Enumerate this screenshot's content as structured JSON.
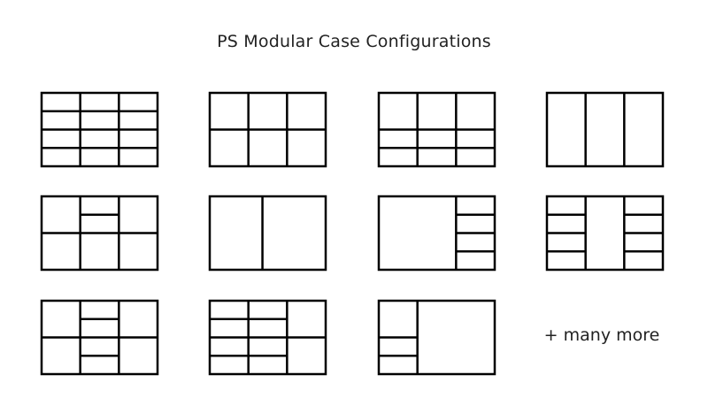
{
  "title": "PS Modular Case Configurations",
  "more_label": "+ many more",
  "colors": {
    "stroke": "#000000",
    "background": "#ffffff",
    "text": "#222222"
  },
  "configurations": [
    {
      "id": "config-1",
      "columns": [
        {
          "width": 1,
          "rows": [
            1,
            1,
            1,
            1
          ]
        },
        {
          "width": 1,
          "rows": [
            1,
            1,
            1,
            1
          ]
        },
        {
          "width": 1,
          "rows": [
            1,
            1,
            1,
            1
          ]
        }
      ]
    },
    {
      "id": "config-2",
      "columns": [
        {
          "width": 1,
          "rows": [
            1,
            1
          ]
        },
        {
          "width": 1,
          "rows": [
            1,
            1
          ]
        },
        {
          "width": 1,
          "rows": [
            1,
            1
          ]
        }
      ]
    },
    {
      "id": "config-3",
      "columns": [
        {
          "width": 1,
          "rows": [
            2,
            1,
            1
          ]
        },
        {
          "width": 1,
          "rows": [
            2,
            1,
            1
          ]
        },
        {
          "width": 1,
          "rows": [
            2,
            1,
            1
          ]
        }
      ]
    },
    {
      "id": "config-4",
      "columns": [
        {
          "width": 1,
          "rows": [
            1
          ]
        },
        {
          "width": 1,
          "rows": [
            1
          ]
        },
        {
          "width": 1,
          "rows": [
            1
          ]
        }
      ]
    },
    {
      "id": "config-5",
      "columns": [
        {
          "width": 1,
          "rows": [
            1,
            1
          ]
        },
        {
          "width": 1,
          "rows": [
            1,
            1,
            2
          ]
        },
        {
          "width": 1,
          "rows": [
            1,
            1
          ]
        }
      ]
    },
    {
      "id": "config-6",
      "columns": [
        {
          "width": 1,
          "rows": [
            1
          ]
        },
        {
          "width": 1.2,
          "rows": [
            1
          ]
        }
      ]
    },
    {
      "id": "config-7",
      "columns": [
        {
          "width": 2,
          "rows": [
            1
          ]
        },
        {
          "width": 1,
          "rows": [
            1,
            1,
            1,
            1
          ]
        }
      ]
    },
    {
      "id": "config-8",
      "columns": [
        {
          "width": 1,
          "rows": [
            1,
            1,
            1,
            1
          ]
        },
        {
          "width": 1,
          "rows": [
            1
          ]
        },
        {
          "width": 1,
          "rows": [
            1,
            1,
            1,
            1
          ]
        }
      ]
    },
    {
      "id": "config-9",
      "columns": [
        {
          "width": 1,
          "rows": [
            1,
            1
          ]
        },
        {
          "width": 1,
          "rows": [
            1,
            1,
            1,
            1
          ]
        },
        {
          "width": 1,
          "rows": [
            1,
            1
          ]
        }
      ]
    },
    {
      "id": "config-10",
      "columns": [
        {
          "width": 1,
          "rows": [
            1,
            1,
            1,
            1
          ]
        },
        {
          "width": 1,
          "rows": [
            1,
            1,
            1,
            1
          ]
        },
        {
          "width": 1,
          "rows": [
            1,
            1
          ]
        }
      ]
    },
    {
      "id": "config-11",
      "columns": [
        {
          "width": 1,
          "rows": [
            2,
            1,
            1
          ]
        },
        {
          "width": 2,
          "rows": [
            1
          ]
        }
      ]
    }
  ]
}
